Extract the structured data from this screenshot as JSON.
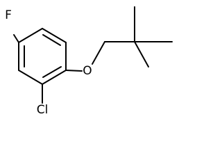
{
  "atoms": {
    "fluorine": "F",
    "oxygen": "O",
    "chlorine": "Cl"
  },
  "colors": {
    "bond": "#000000",
    "label": "#000000",
    "background": "#ffffff"
  }
}
